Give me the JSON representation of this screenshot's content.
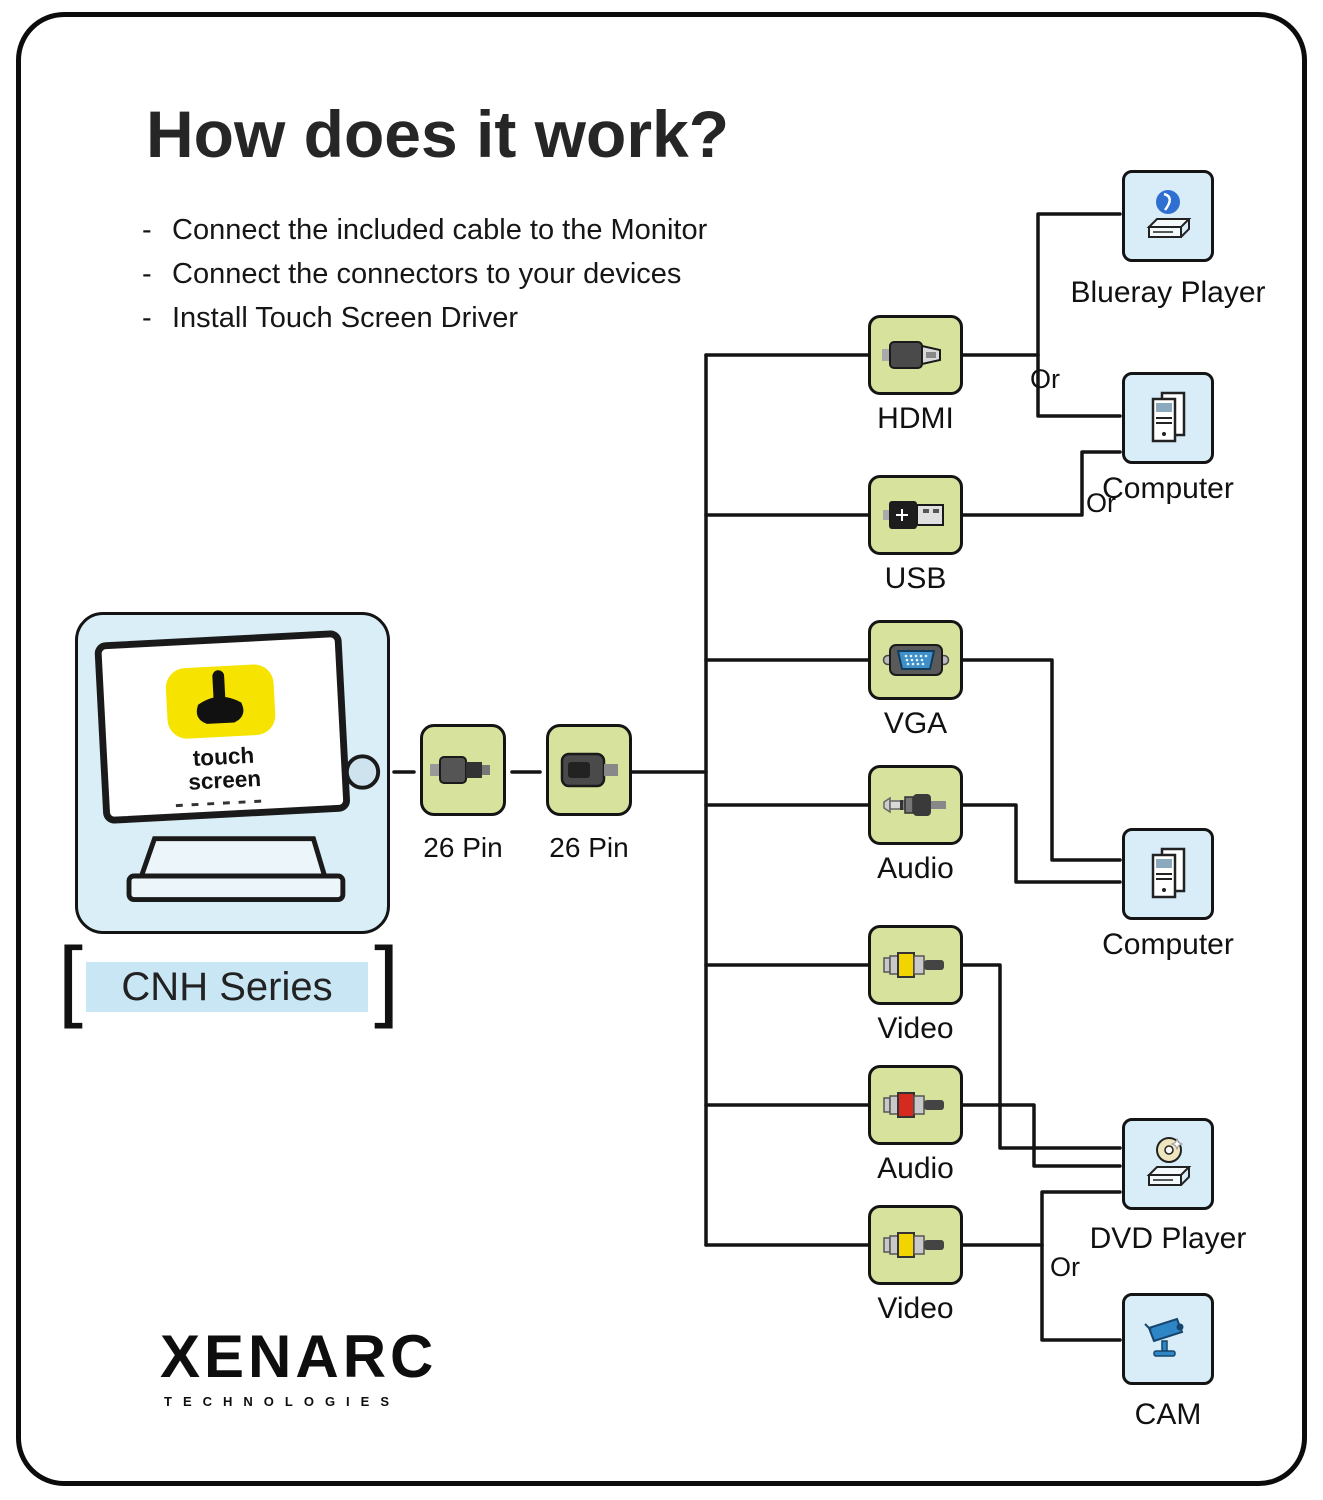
{
  "title": "How does it work?",
  "list_dash": "-",
  "instructions": [
    "Connect the included cable to the Monitor",
    "Connect the connectors to your devices",
    "Install Touch Screen Driver"
  ],
  "monitor": {
    "screen_line1": "touch",
    "screen_line2": "screen",
    "series_label": "CNH Series",
    "bracket_left": "[",
    "bracket_right": "]"
  },
  "cable": {
    "pin_labels": [
      "26 Pin",
      "26 Pin"
    ]
  },
  "connectors": [
    {
      "id": "hdmi",
      "label": "HDMI",
      "type": "hdmi"
    },
    {
      "id": "usb",
      "label": "USB",
      "type": "usb"
    },
    {
      "id": "vga",
      "label": "VGA",
      "type": "vga"
    },
    {
      "id": "audio-jack",
      "label": "Audio",
      "type": "minijack"
    },
    {
      "id": "video-rca-1",
      "label": "Video",
      "type": "rca-yellow"
    },
    {
      "id": "audio-rca",
      "label": "Audio",
      "type": "rca-red"
    },
    {
      "id": "video-rca-2",
      "label": "Video",
      "type": "rca-yellow"
    }
  ],
  "devices": [
    {
      "id": "blueray-player",
      "label": "Blueray Player"
    },
    {
      "id": "computer-1",
      "label": "Computer"
    },
    {
      "id": "computer-2",
      "label": "Computer"
    },
    {
      "id": "dvd-player",
      "label": "DVD Player"
    },
    {
      "id": "cam",
      "label": "CAM"
    }
  ],
  "or_labels": [
    "Or",
    "Or",
    "Or"
  ],
  "brand": {
    "name": "XENARC",
    "tagline": "TECHNOLOGIES"
  },
  "colors": {
    "connector_box": "#d7e39c",
    "device_box": "#d8edf8",
    "monitor_panel": "#daeef7",
    "series_bar": "#c9e6f5",
    "touch_yellow": "#f6e400",
    "vga_blue": "#3f8fc8",
    "rca_yellow": "#f2d500",
    "rca_red": "#d42b1e",
    "line": "#111111"
  }
}
